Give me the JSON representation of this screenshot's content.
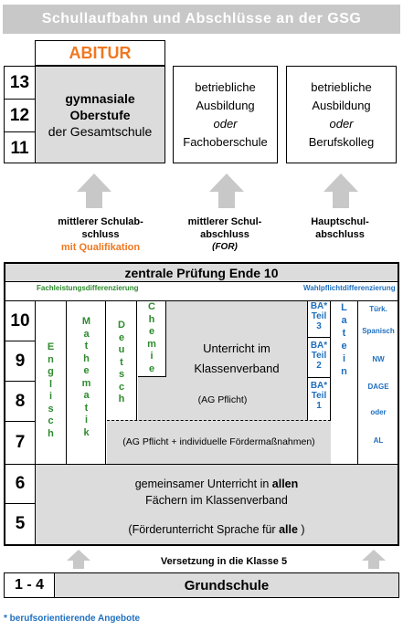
{
  "header_title": "Schullaufbahn und Abschlüsse an der GSG",
  "abitur": "ABITUR",
  "oberstufe": {
    "grades": [
      "13",
      "12",
      "11"
    ],
    "line1": "gymnasiale",
    "line2": "Oberstufe",
    "line3": "der Gesamtschule"
  },
  "path2": {
    "l1": "betriebliche",
    "l2": "Ausbildung",
    "l3": "oder",
    "l4": "Fachoberschule"
  },
  "path3": {
    "l1": "betriebliche",
    "l2": "Ausbildung",
    "l3": "oder",
    "l4": "Berufskolleg"
  },
  "degrees": [
    {
      "l1": "mittlerer Schulab-",
      "l2": "schluss",
      "l3": "mit Qualifikation"
    },
    {
      "l1": "mittlerer Schul-",
      "l2": "abschluss",
      "l3": "(FOR)"
    },
    {
      "l1": "Hauptschul-",
      "l2": "abschluss"
    }
  ],
  "pruefung": "zentrale Prüfung Ende 10",
  "fach_label": "Fachleistungsdifferenzierung",
  "wahl_label": "Wahlpflichtdifferenzierung",
  "grades_mid": [
    "10",
    "9",
    "8",
    "7"
  ],
  "subjects": {
    "englisch": [
      "E",
      "n",
      "g",
      "l",
      "i",
      "s",
      "c",
      "h"
    ],
    "mathematik": [
      "M",
      "a",
      "t",
      "h",
      "e",
      "m",
      "a",
      "t",
      "i",
      "k"
    ],
    "deutsch": [
      "D",
      "e",
      "u",
      "t",
      "s",
      "c",
      "h"
    ],
    "chemie": [
      "C",
      "h",
      "e",
      "m",
      "i",
      "e"
    ],
    "latein": [
      "L",
      "a",
      "t",
      "e",
      "i",
      "n"
    ]
  },
  "ba": [
    {
      "l1": "BA*",
      "l2": "Teil",
      "l3": "3"
    },
    {
      "l1": "BA*",
      "l2": "Teil",
      "l3": "2"
    },
    {
      "l1": "BA*",
      "l2": "Teil",
      "l3": "1"
    }
  ],
  "wahl_options": [
    "Türk.",
    "Spanisch",
    "NW",
    "DAGE",
    "oder",
    "AL"
  ],
  "unterricht": {
    "l1": "Unterricht im",
    "l2": "Klassenverband"
  },
  "ag1": "(AG Pflicht)",
  "ag2": "(AG Pflicht + individuelle Fördermaßnahmen)",
  "grades_low": [
    "6",
    "5"
  ],
  "gemeinsam": {
    "l1_pre": "gemeinsamer Unterricht in ",
    "l1_bold": "allen",
    "l2": "Fächern im Klassenverband",
    "l3_pre": "(Förderunterricht Sprache für ",
    "l3_bold": "alle",
    "l3_post": " )"
  },
  "versetzung": "Versetzung in die Klasse 5",
  "grundschule_grade": "1 - 4",
  "grundschule": "Grundschule",
  "footnote": "* berufsorientierende Angebote",
  "colors": {
    "header": "#c8c8c8",
    "box": "#dcdcdc",
    "abitur": "#f07820",
    "green": "#2e8b2e",
    "blue": "#1e6fbf"
  }
}
